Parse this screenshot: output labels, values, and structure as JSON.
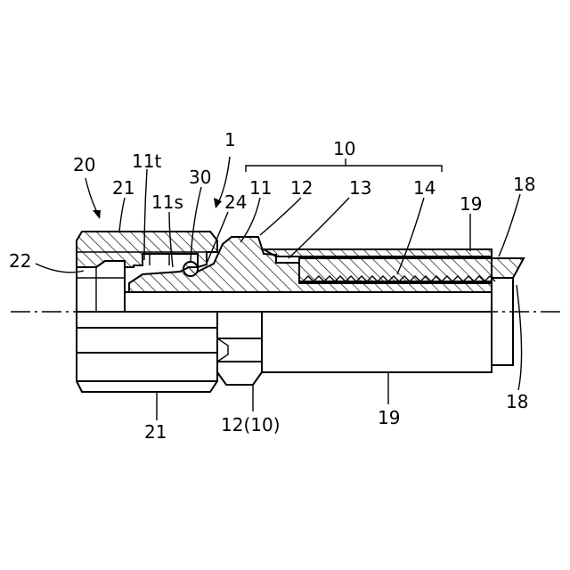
{
  "labels": {
    "l1": "1",
    "l10": "10",
    "l20": "20",
    "l21_top": "21",
    "l11t": "11t",
    "l30": "30",
    "l11": "11",
    "l12": "12",
    "l13": "13",
    "l14": "14",
    "l11s": "11s",
    "l24": "24",
    "l19_top": "19",
    "l18_top": "18",
    "l22": "22",
    "l21_bottom": "21",
    "l12_10": "12(10)",
    "l19_bottom": "19",
    "l18_bottom": "18"
  }
}
